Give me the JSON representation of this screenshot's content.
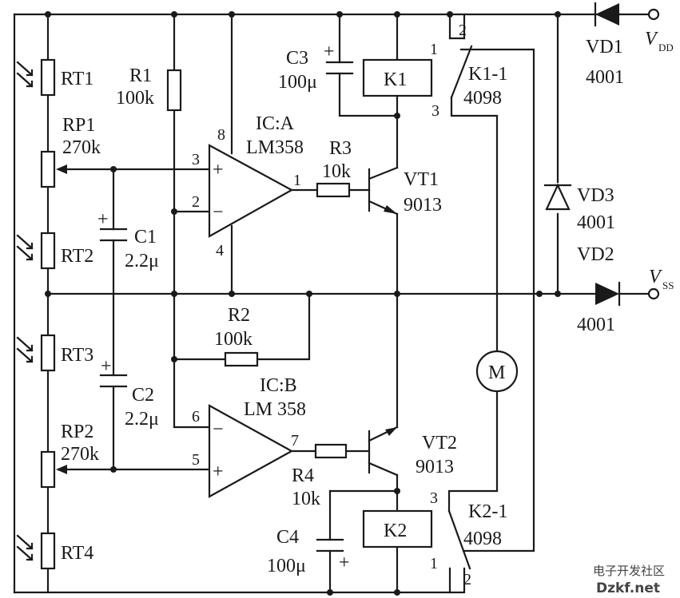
{
  "labels": {
    "RT1": "RT1",
    "RT2": "RT2",
    "RT3": "RT3",
    "RT4": "RT4",
    "RP1": "RP1",
    "RP1_val": "270k",
    "RP2": "RP2",
    "RP2_val": "270k",
    "R1": "R1",
    "R1_val": "100k",
    "R2": "R2",
    "R2_val": "100k",
    "R3": "R3",
    "R3_val": "10k",
    "R4": "R4",
    "R4_val": "10k",
    "C1": "C1",
    "C1_val": "2.2μ",
    "C2": "C2",
    "C2_val": "2.2μ",
    "C3": "C3",
    "C3_val": "100μ",
    "C4": "C4",
    "C4_val": "100μ",
    "ICA": "IC:A",
    "ICA_part": "LM358",
    "ICB": "IC:B",
    "ICB_part": "LM 358",
    "VT1": "VT1",
    "VT1_part": "9013",
    "VT2": "VT2",
    "VT2_part": "9013",
    "K1": "K1",
    "K2": "K2",
    "K11": "K1-1",
    "K11_part": "4098",
    "K21": "K2-1",
    "K21_part": "4098",
    "VD1": "VD1",
    "VD1_part": "4001",
    "VD2": "VD2",
    "VD2_part": "4001",
    "VD3": "VD3",
    "VD3_part": "4001",
    "VDD": "V",
    "VDD_sub": "DD",
    "VSS": "V",
    "VSS_sub": "SS",
    "M": "M",
    "plus": "+",
    "minus": "−"
  },
  "pins": {
    "a8": "8",
    "a3": "3",
    "a2": "2",
    "a4": "4",
    "a1": "1",
    "b6": "6",
    "b5": "5",
    "b7": "7",
    "k11_1": "1",
    "k11_2": "2",
    "k11_3": "3",
    "k21_1": "1",
    "k21_2": "2",
    "k21_3": "3"
  },
  "watermark": {
    "line1": "电子开发社区",
    "line2": "Dzkf.net"
  }
}
